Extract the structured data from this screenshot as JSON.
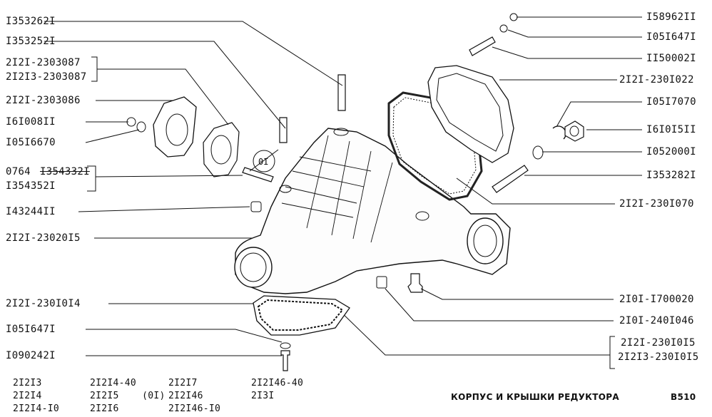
{
  "left_labels": [
    "I353262I",
    "I353252I",
    "2I2I-2303087",
    "2I2I3-2303087",
    "2I2I-2303086",
    "I6I008II",
    "I05I6670",
    "0764",
    "I354332I",
    "I354352I",
    "I43244II",
    "2I2I-23020I5",
    "2I2I-230I0I4",
    "I05I647I",
    "I090242I"
  ],
  "right_labels": [
    "I58962II",
    "I05I647I",
    "II50002I",
    "2I2I-230I022",
    "I05I7070",
    "I6I0I5II",
    "I052000I",
    "I353282I",
    "2I2I-230I070",
    "2I0I-I700020",
    "2I0I-240I046",
    "2I2I-230I0I5",
    "2I2I3-230I0I5"
  ],
  "callout_mark": "0I",
  "models": [
    [
      "2I2I3",
      "2I2I4",
      "2I2I4-I0"
    ],
    [
      "2I2I4-40",
      "2I2I5    (0I)",
      "2I2I6"
    ],
    [
      "2I2I7",
      "2I2I46",
      "2I2I46-I0"
    ],
    [
      "2I2I46-40",
      "2I3I"
    ]
  ],
  "footer": {
    "title": "КОРПУС И КРЫШКИ РЕДУКТОРА",
    "code": "B510"
  }
}
